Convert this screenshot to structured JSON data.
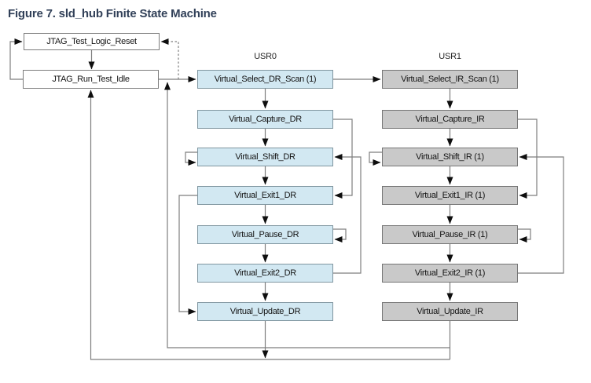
{
  "title": "Figure 7. sld_hub Finite State Machine",
  "jtag": {
    "tlr": "JTAG_Test_Logic_Reset",
    "rti": "JTAG_Run_Test_Idle"
  },
  "usr0": {
    "label": "USR0",
    "nodes": [
      "Virtual_Select_DR_Scan (1)",
      "Virtual_Capture_DR",
      "Virtual_Shift_DR",
      "Virtual_Exit1_DR",
      "Virtual_Pause_DR",
      "Virtual_Exit2_DR",
      "Virtual_Update_DR"
    ]
  },
  "usr1": {
    "label": "USR1",
    "nodes": [
      "Virtual_Select_IR_Scan (1)",
      "Virtual_Capture_IR",
      "Virtual_Shift_IR (1)",
      "Virtual_Exit1_IR (1)",
      "Virtual_Pause_IR (1)",
      "Virtual_Exit2_IR (1)",
      "Virtual_Update_IR"
    ]
  },
  "transitions": [
    {
      "from": "JTAG_Test_Logic_Reset",
      "to": "JTAG_Run_Test_Idle"
    },
    {
      "from": "JTAG_Run_Test_Idle",
      "to": "JTAG_Test_Logic_Reset"
    },
    {
      "from": "JTAG_Run_Test_Idle",
      "to": "Virtual_Select_DR_Scan (1)"
    },
    {
      "from": "Virtual_Select_DR_Scan (1)",
      "to": "JTAG_Test_Logic_Reset",
      "style": "dashed"
    },
    {
      "from": "Virtual_Select_DR_Scan (1)",
      "to": "Virtual_Select_IR_Scan (1)"
    },
    {
      "from": "Virtual_Select_DR_Scan (1)",
      "to": "Virtual_Capture_DR"
    },
    {
      "from": "Virtual_Capture_DR",
      "to": "Virtual_Shift_DR"
    },
    {
      "from": "Virtual_Capture_DR",
      "to": "Virtual_Exit1_DR"
    },
    {
      "from": "Virtual_Shift_DR",
      "to": "Virtual_Shift_DR"
    },
    {
      "from": "Virtual_Shift_DR",
      "to": "Virtual_Exit1_DR"
    },
    {
      "from": "Virtual_Exit1_DR",
      "to": "Virtual_Pause_DR"
    },
    {
      "from": "Virtual_Exit1_DR",
      "to": "Virtual_Update_DR"
    },
    {
      "from": "Virtual_Pause_DR",
      "to": "Virtual_Pause_DR"
    },
    {
      "from": "Virtual_Pause_DR",
      "to": "Virtual_Exit2_DR"
    },
    {
      "from": "Virtual_Exit2_DR",
      "to": "Virtual_Shift_DR"
    },
    {
      "from": "Virtual_Exit2_DR",
      "to": "Virtual_Update_DR"
    },
    {
      "from": "Virtual_Update_DR",
      "to": "JTAG_Run_Test_Idle"
    },
    {
      "from": "Virtual_Select_IR_Scan (1)",
      "to": "Virtual_Capture_IR"
    },
    {
      "from": "Virtual_Capture_IR",
      "to": "Virtual_Shift_IR (1)"
    },
    {
      "from": "Virtual_Capture_IR",
      "to": "Virtual_Exit1_IR (1)"
    },
    {
      "from": "Virtual_Shift_IR (1)",
      "to": "Virtual_Shift_IR (1)"
    },
    {
      "from": "Virtual_Shift_IR (1)",
      "to": "Virtual_Exit1_IR (1)"
    },
    {
      "from": "Virtual_Exit1_IR (1)",
      "to": "Virtual_Pause_IR (1)"
    },
    {
      "from": "Virtual_Pause_IR (1)",
      "to": "Virtual_Pause_IR (1)"
    },
    {
      "from": "Virtual_Pause_IR (1)",
      "to": "Virtual_Exit2_IR (1)"
    },
    {
      "from": "Virtual_Exit2_IR (1)",
      "to": "Virtual_Shift_IR (1)"
    },
    {
      "from": "Virtual_Exit2_IR (1)",
      "to": "Virtual_Update_IR"
    },
    {
      "from": "Virtual_Update_IR",
      "to": "JTAG_Run_Test_Idle"
    },
    {
      "from": "Virtual_Update_IR",
      "to": "Virtual_Select_DR_Scan (1)"
    }
  ]
}
